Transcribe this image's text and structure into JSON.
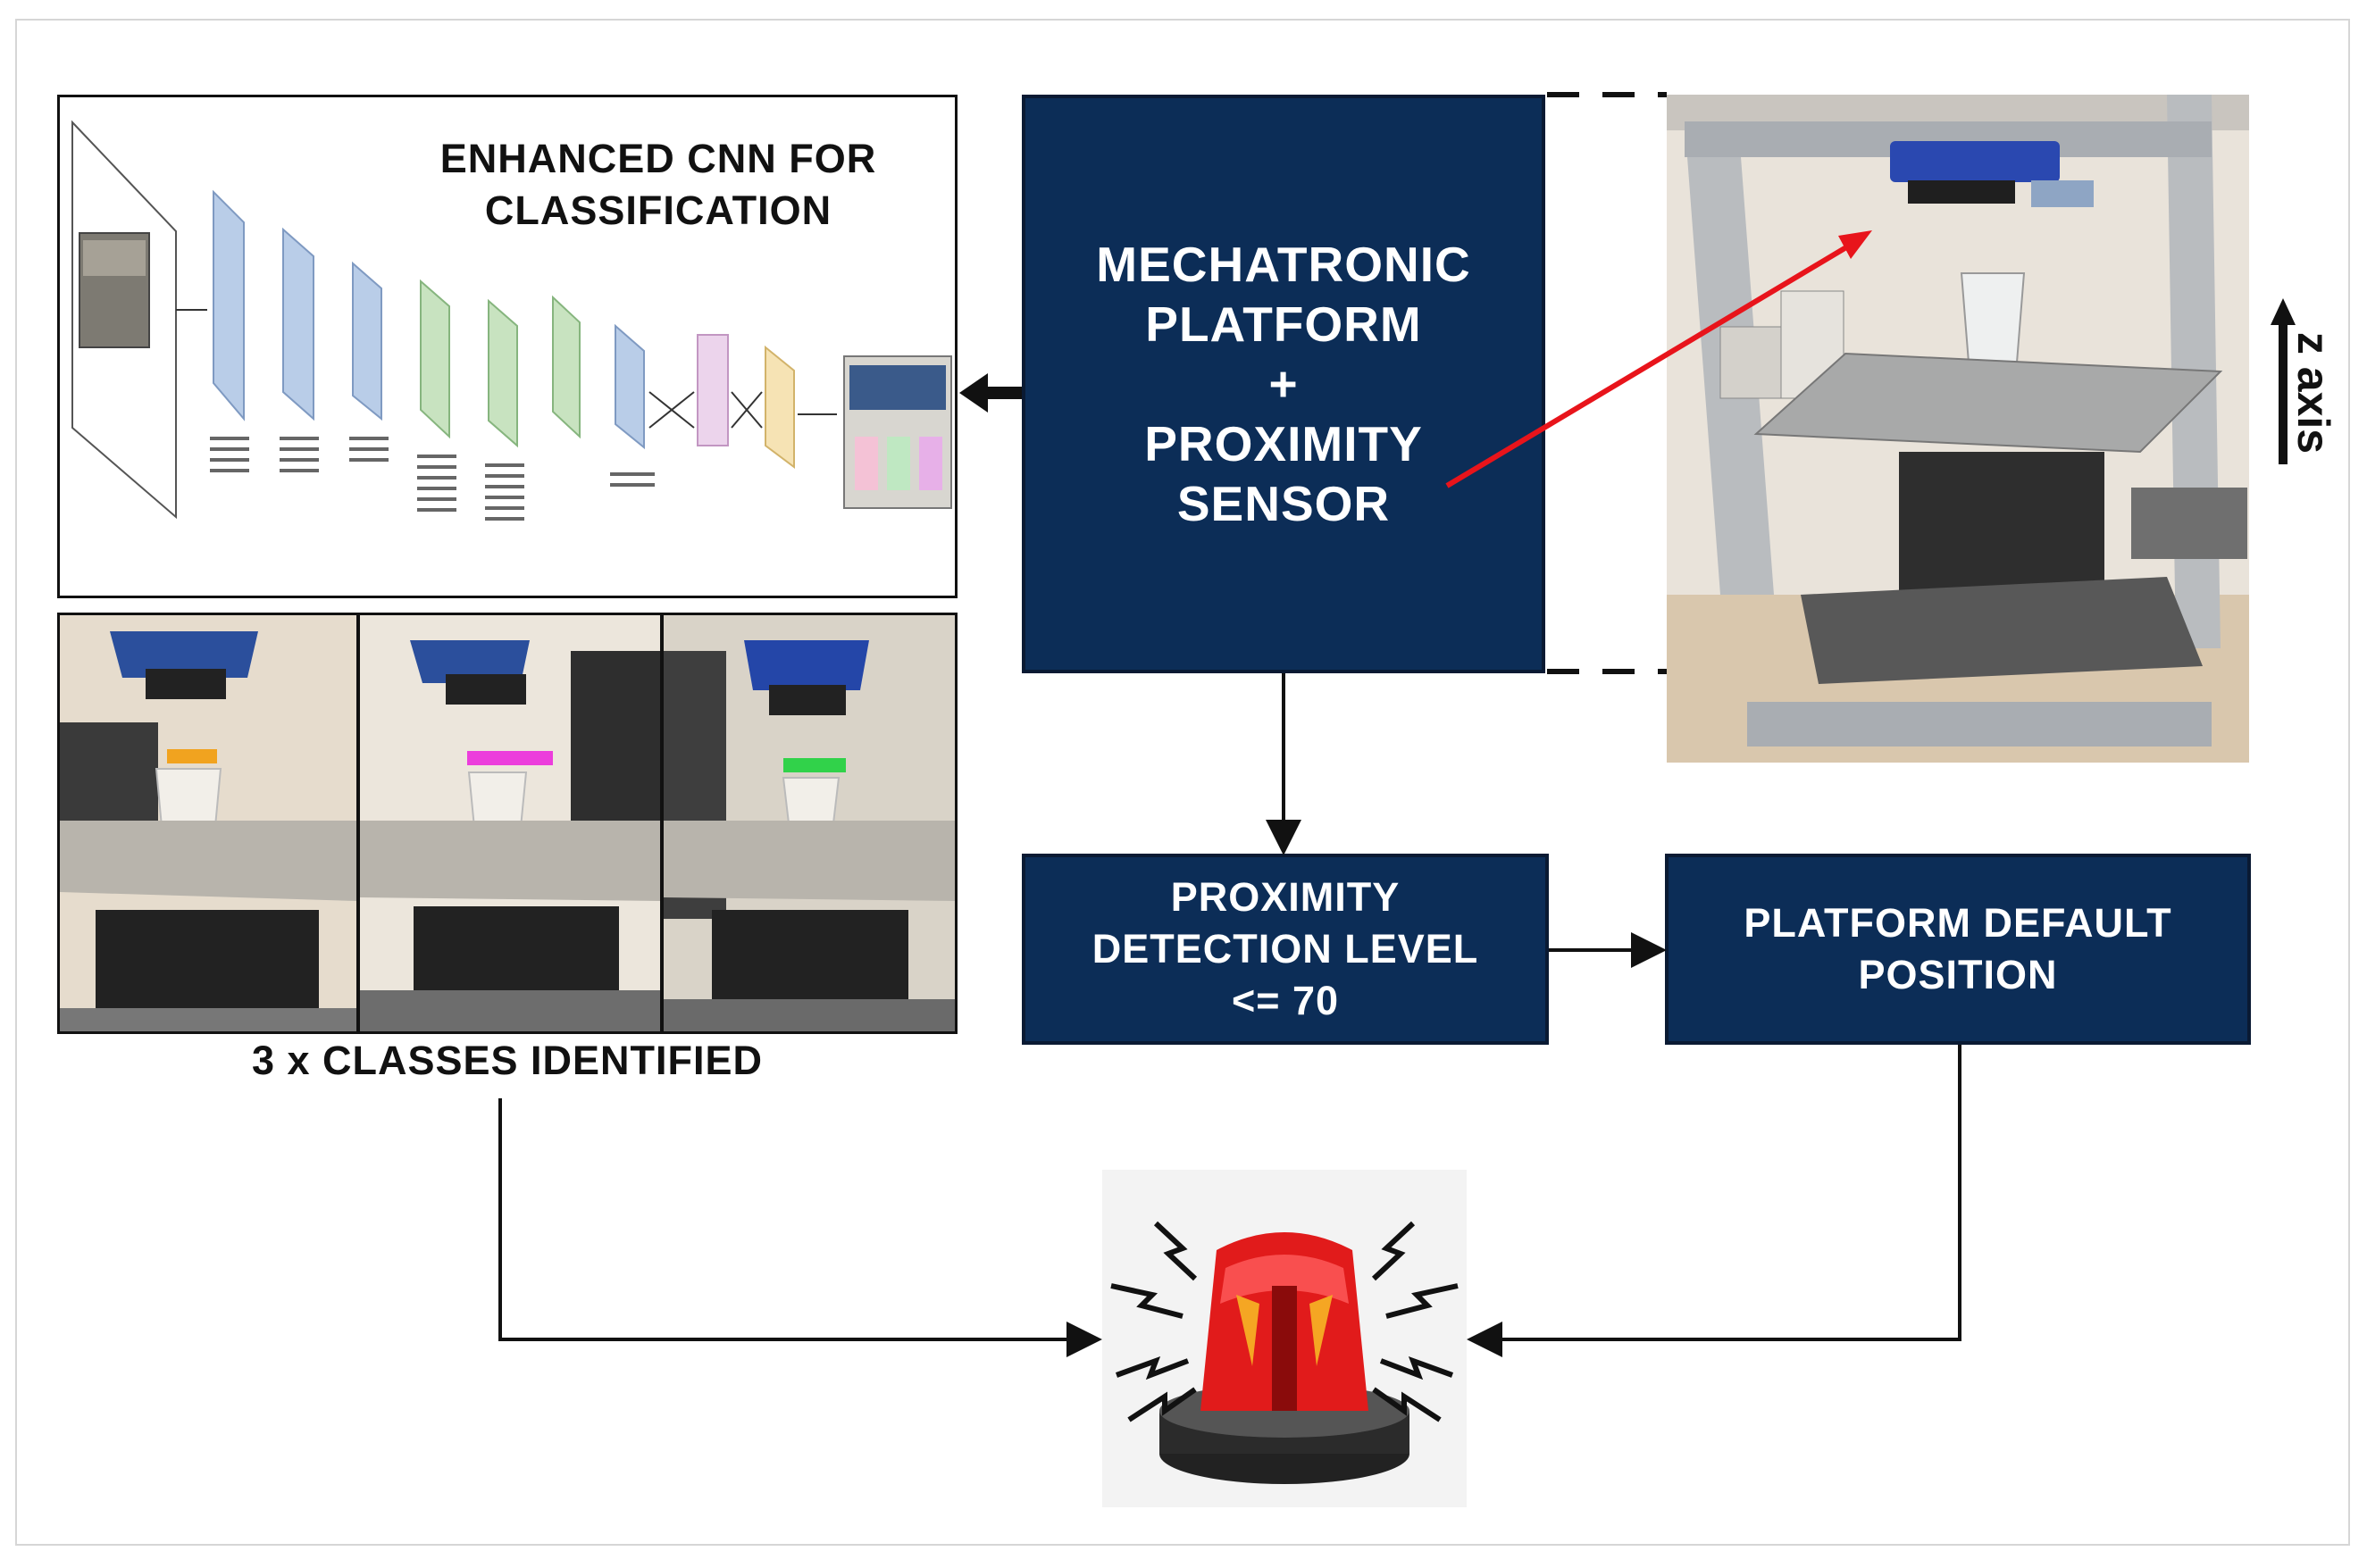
{
  "cnn_panel": {
    "title": "ENHANCED CNN FOR\nCLASSIFICATION"
  },
  "photos_panel": {
    "label": "3 x CLASSES IDENTIFIED"
  },
  "mechatronic_box": {
    "text": "MECHATRONIC\nPLATFORM\n+\nPROXIMITY\nSENSOR"
  },
  "proximity_box": {
    "text": "PROXIMITY\nDETECTION LEVEL\n<= 70"
  },
  "default_box": {
    "text": "PLATFORM DEFAULT\nPOSITION"
  },
  "axis": {
    "label": "z axis"
  },
  "icons": {
    "alarm": "siren-icon"
  },
  "colors": {
    "box_fill": "#0c2d57",
    "pointer": "#e8141b",
    "siren_red": "#e11b1b"
  }
}
